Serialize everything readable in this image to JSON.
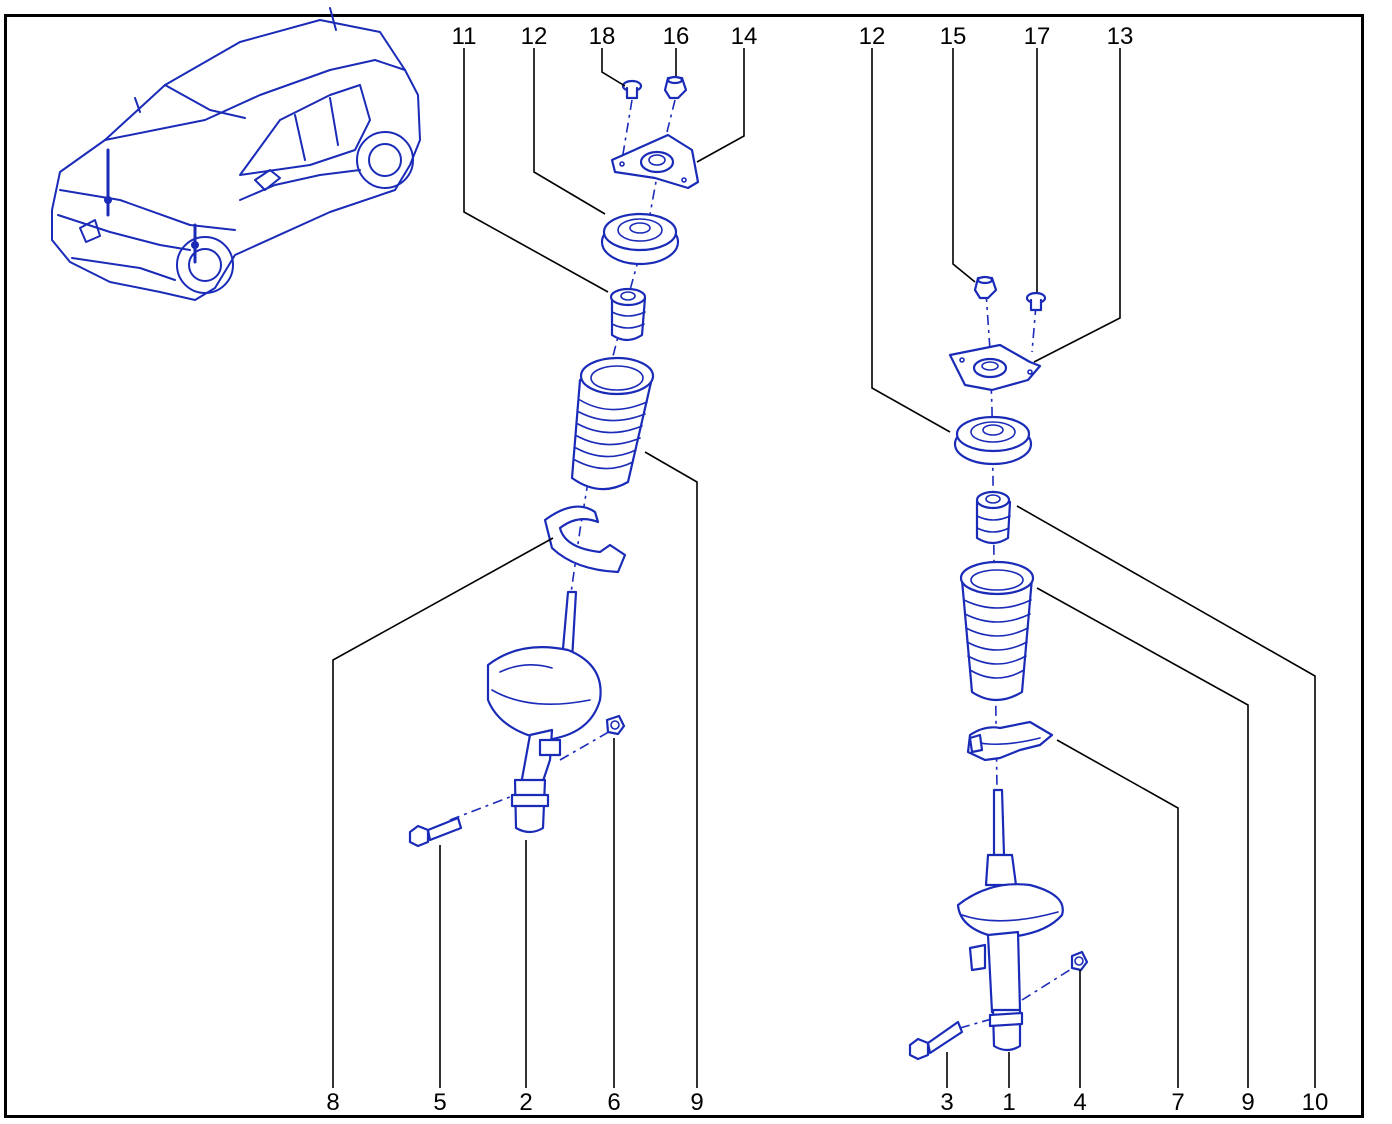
{
  "diagram": {
    "callouts": {
      "top_11": "11",
      "top_12a": "12",
      "top_18": "18",
      "top_16": "16",
      "top_14": "14",
      "top_12b": "12",
      "top_15": "15",
      "top_17": "17",
      "top_13": "13",
      "bot_8": "8",
      "bot_5": "5",
      "bot_2": "2",
      "bot_6": "6",
      "bot_9a": "9",
      "bot_3": "3",
      "bot_1": "1",
      "bot_4": "4",
      "bot_7": "7",
      "bot_9b": "9",
      "bot_10": "10"
    },
    "colors": {
      "parts_line": "#1a2bb8",
      "leader_line": "#000000",
      "frame": "#000000"
    }
  }
}
